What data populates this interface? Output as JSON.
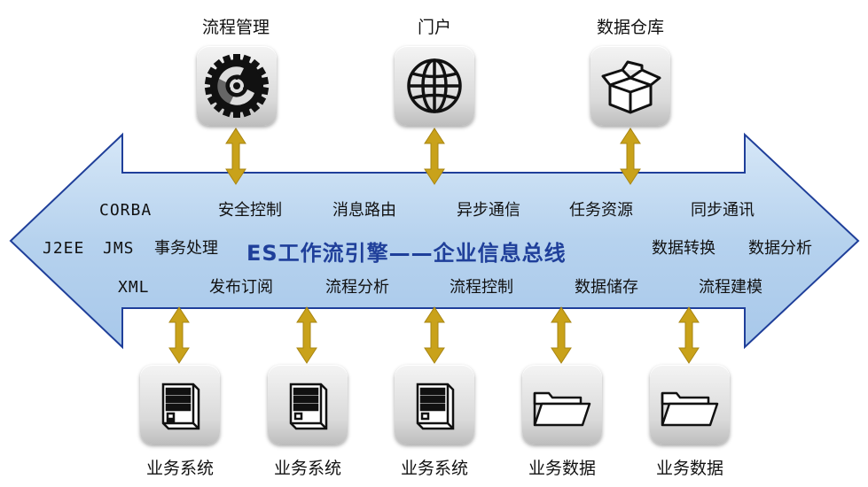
{
  "title": "ES工作流引擎——企业信息总线",
  "top": [
    {
      "label": "流程管理",
      "icon": "gear-icon"
    },
    {
      "label": "门户",
      "icon": "globe-icon"
    },
    {
      "label": "数据仓库",
      "icon": "box-icon"
    }
  ],
  "bottom": [
    {
      "label": "业务系统",
      "icon": "server-icon"
    },
    {
      "label": "业务系统",
      "icon": "server-icon"
    },
    {
      "label": "业务系统",
      "icon": "server-icon"
    },
    {
      "label": "业务数据",
      "icon": "folder-icon"
    },
    {
      "label": "业务数据",
      "icon": "folder-icon"
    }
  ],
  "row1": [
    "CORBA",
    "安全控制",
    "消息路由",
    "异步通信",
    "任务资源",
    "同步通讯"
  ],
  "row2": [
    "J2EE",
    "JMS",
    "事务处理",
    "数据转换",
    "数据分析"
  ],
  "row3": [
    "XML",
    "发布订阅",
    "流程分析",
    "流程控制",
    "数据储存",
    "流程建模"
  ],
  "colors": {
    "arrow_fill": "#b8d4ef",
    "arrow_stroke": "#1f3f9a",
    "connector": "#c9a21a",
    "title": "#1f3f9a"
  }
}
